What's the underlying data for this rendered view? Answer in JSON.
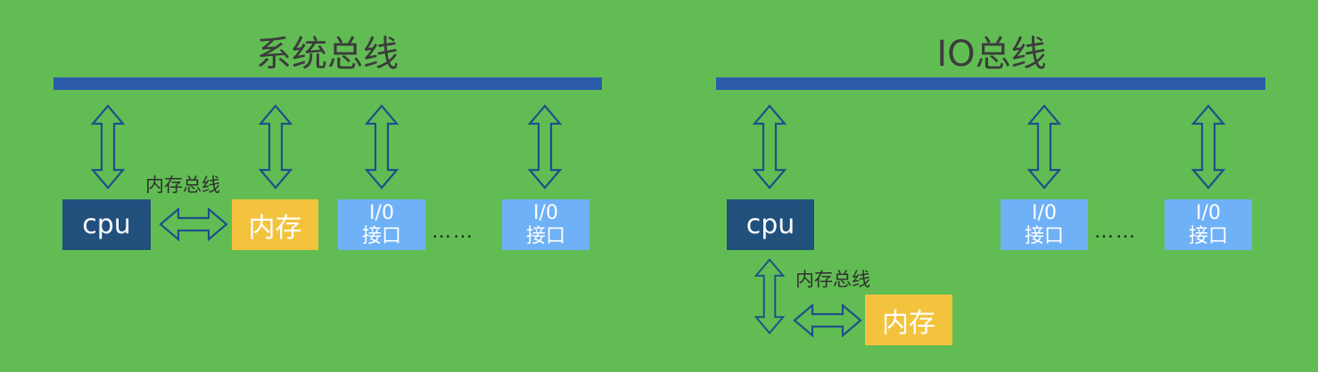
{
  "left": {
    "title": "系统总线",
    "cpu_label": "cpu",
    "memory_label": "内存",
    "memory_bus_label": "内存总线",
    "io_line1": "I/0",
    "io_line2": "接口",
    "dots": "……"
  },
  "right": {
    "title": "IO总线",
    "cpu_label": "cpu",
    "memory_label": "内存",
    "memory_bus_label": "内存总线",
    "io_line1": "I/0",
    "io_line2": "接口",
    "dots": "……"
  },
  "colors": {
    "background": "#61bd53",
    "bus": "#2b5aab",
    "cpu": "#21507d",
    "memory": "#f3c33e",
    "io": "#6fb1f6",
    "arrow_stroke": "#1f4f8a"
  }
}
